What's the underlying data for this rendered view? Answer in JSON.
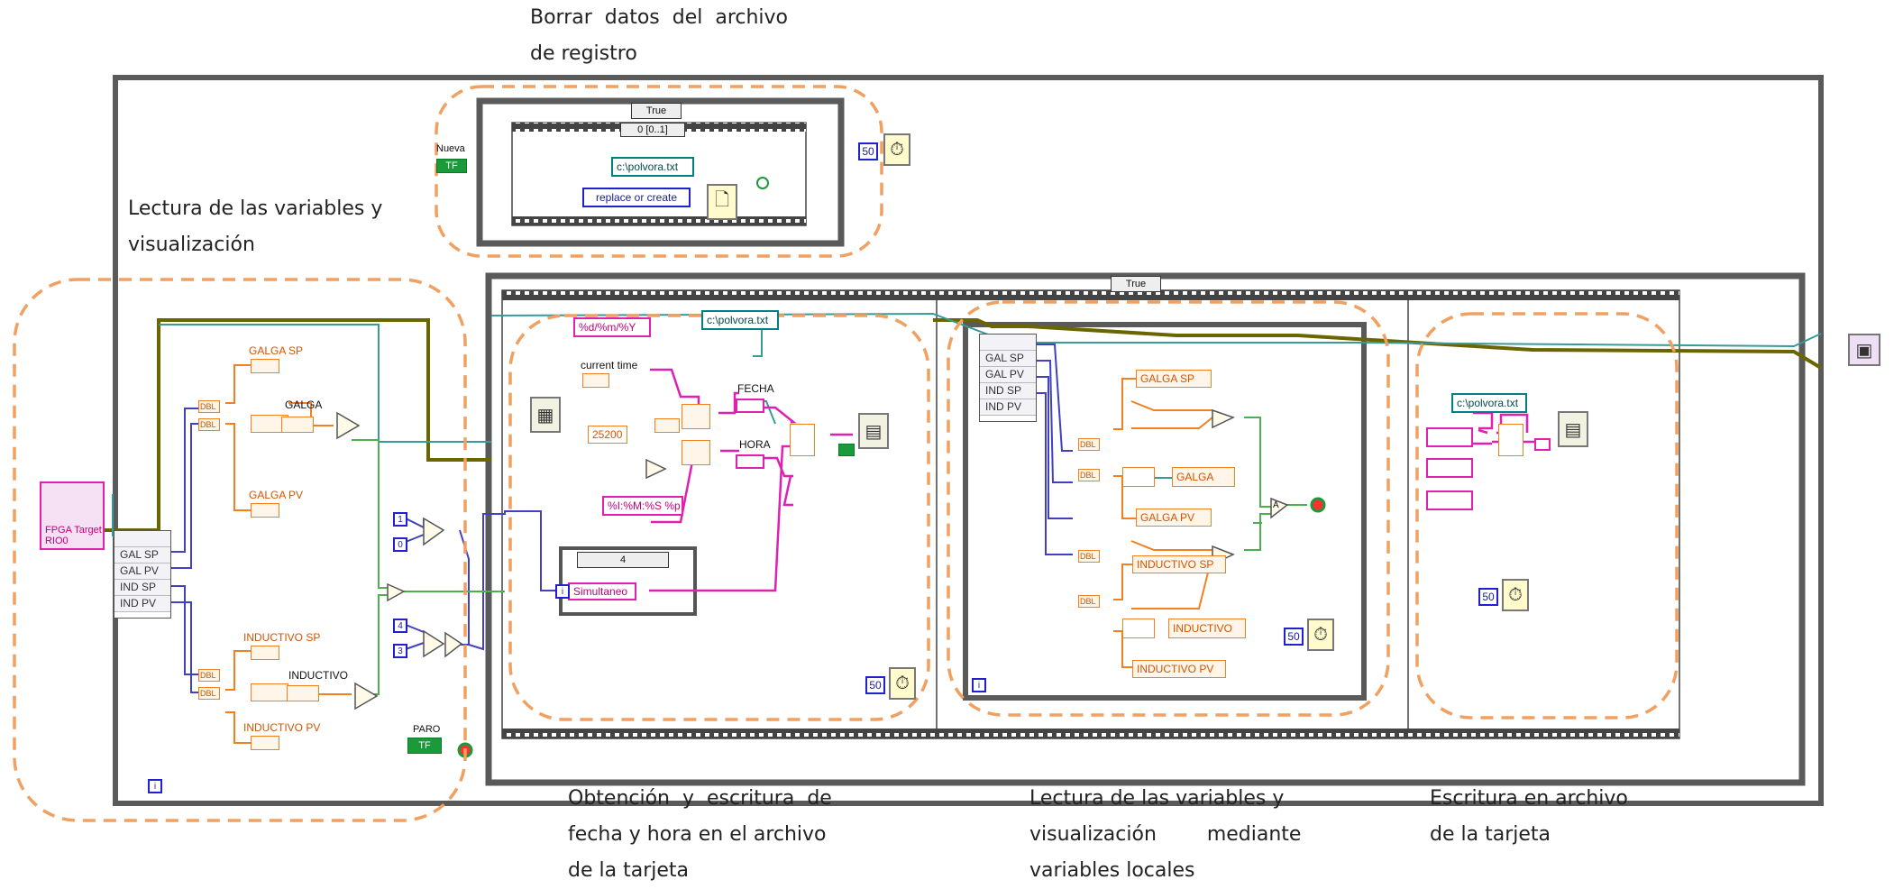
{
  "annotations": {
    "borrar": "Borrar  datos  del  archivo\nde registro",
    "lectura_vars": "Lectura de las variables y\nvisualización",
    "obtencion": "Obtención  y  escritura  de\nfecha y hora en el archivo\nde la tarjeta",
    "lectura_locales": "Lectura de las variables y\nvisualización        mediante\nvariables locales",
    "escritura": "Escritura en archivo\nde la tarjeta"
  },
  "top_case": {
    "selector": "True",
    "inner_selector": "0 [0..1]",
    "control": "Nueva",
    "control_value": "TF",
    "path": "c:\\polvora.txt",
    "mode": "replace or create",
    "wait_ms": "50"
  },
  "left_section": {
    "fpga_target": "FPGA Target\nRIO0",
    "fpga_rows": [
      "GAL SP",
      "GAL PV",
      "IND SP",
      "IND PV"
    ],
    "galga_sp": "GALGA SP",
    "galga": "GALGA",
    "galga_pv": "GALGA PV",
    "inductivo_sp": "INDUCTIVO SP",
    "inductivo": "INDUCTIVO",
    "inductivo_pv": "INDUCTIVO PV",
    "dbl": "DBL",
    "const_1": "1",
    "const_0": "0",
    "const_4": "4",
    "const_3": "3",
    "paro": "PARO",
    "paro_value": "TF",
    "loop_index": "i"
  },
  "main_case": {
    "selector": "True",
    "format_date": "%d/%m/%Y",
    "current_time": "current time",
    "const_25200": "25200",
    "format_time": "%I:%M:%S %p",
    "fecha": "FECHA",
    "hora": "HORA",
    "path": "c:\\polvora.txt",
    "inner_case_selector": "4",
    "simultaneo": "Simultaneo",
    "wait_ms": "50",
    "local_rows": [
      "GAL SP",
      "GAL PV",
      "IND SP",
      "IND PV"
    ],
    "local_galga_sp": "GALGA SP",
    "local_galga": "GALGA",
    "local_galga_pv": "GALGA PV",
    "local_inductivo_sp": "INDUCTIVO SP",
    "local_inductivo": "INDUCTIVO",
    "local_inductivo_pv": "INDUCTIVO PV",
    "and_label": "A",
    "wait_ms_2": "50",
    "loop_index": "i",
    "write_path": "c:\\polvora.txt",
    "wait_ms_3": "50"
  },
  "colors": {
    "frame": "#5a5a5a",
    "annotation_dash": "#f0a060",
    "wire_pink": "#e020b0",
    "wire_teal": "#3a9a9a",
    "wire_blue": "#4040c0",
    "wire_olive": "#6b6500",
    "wire_orange": "#f08020",
    "wire_green": "#4caf50"
  }
}
